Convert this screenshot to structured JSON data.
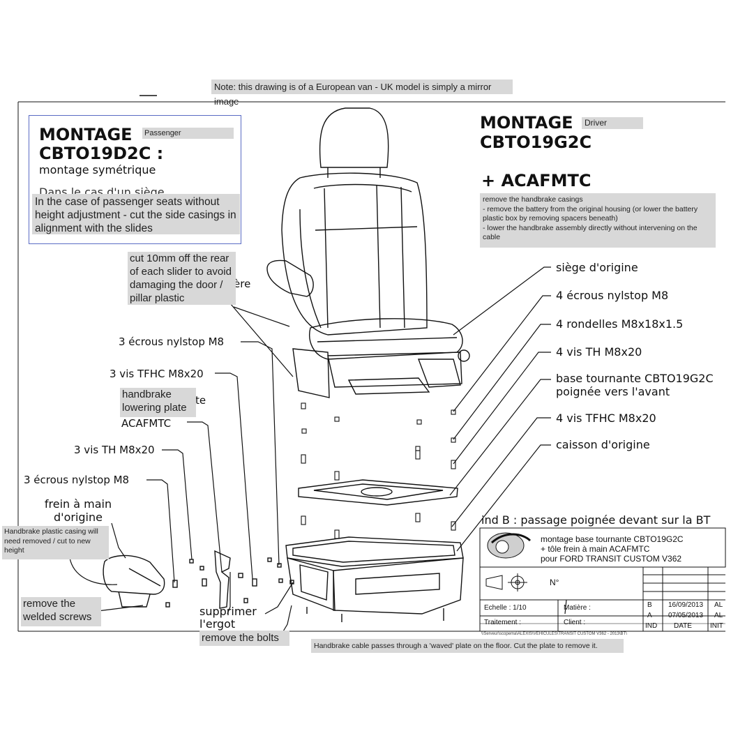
{
  "top_note": "Note: this drawing is of a European van - UK model is simply a mirror image",
  "left_box": {
    "title_line1": "MONTAGE",
    "title_overlay": "Passenger",
    "title_line2": "CBTO19D2C :",
    "subtitle": "montage symétrique",
    "obscured_text": "Dans le cas d'un siège",
    "note": "In the case of passenger seats without height adjustment - cut the side casings in alignment with the slides"
  },
  "right_title": {
    "line1": "MONTAGE",
    "overlay": "Driver",
    "line2": "CBTO19G2C",
    "line3": "+ ACAFMTC",
    "note_lines": [
      "remove the handbrake casings",
      "- remove the battery from the original housing (or lower the battery plastic box by removing spacers beneath)",
      "- lower the handbrake assembly directly without intervening on the cable"
    ]
  },
  "cut_note": "cut 10mm off the rear of each slider to avoid damaging the door / pillar plastic",
  "cut_note_tail": "ère",
  "right_labels": [
    "siège d'origine",
    "4 écrous nylstop M8",
    "4 rondelles M8x18x1.5",
    "4 vis TH M8x20",
    "base tournante CBTO19G2C",
    "poignée vers l'avant",
    "4 vis TFHC M8x20",
    "caisson d'origine"
  ],
  "left_labels": {
    "nylstop_top": "3 écrous nylstop M8",
    "tfhc": "3 vis TFHC M8x20",
    "handbrake_note": "handbrake lowering plate",
    "acafmtc": "ACAFMTC",
    "te_tail": "te",
    "th": "3 vis TH M8x20",
    "nylstop_bottom": "3 écrous nylstop M8",
    "frein": "frein à main d'origine",
    "casing_note": "Handbrake plastic casing will need removed / cut to new height",
    "welded_note": "remove the welded screws",
    "supprimer": "supprimer l'ergot",
    "bolts_note": "remove the bolts"
  },
  "ind_b": "ind B : passage poignée devant sur la BT",
  "bottom_note": "Handbrake cable passes through a 'waved' plate on the floor. Cut the plate to remove it.",
  "title_block": {
    "desc_line1": "montage base tournante CBTO19G2C",
    "desc_line2": "+ tôle frein à main ACAFMTC",
    "desc_line3": "pour FORD TRANSIT CUSTOM V362",
    "n_label": "N°",
    "echelle": "Echelle : 1/10",
    "matiere": "Matière :",
    "traitement": "Traitement :",
    "client": "Client :",
    "rev_b": "B",
    "date_b": "16/09/2013",
    "init_b": "AL",
    "rev_a": "A",
    "date_a": "07/05/2013",
    "init_a": "AL",
    "col_ind": "IND",
    "col_date": "DATE",
    "col_init": "INIT",
    "path": "\\\\Serveur\\scopema\\ALEXIS\\VEHICULES\\TRANSIT CUSTOM V362 - 2013\\BT\\"
  },
  "colors": {
    "note_bg": "#d8d8d8",
    "box_border": "#5a6bc4",
    "line": "#111111"
  }
}
